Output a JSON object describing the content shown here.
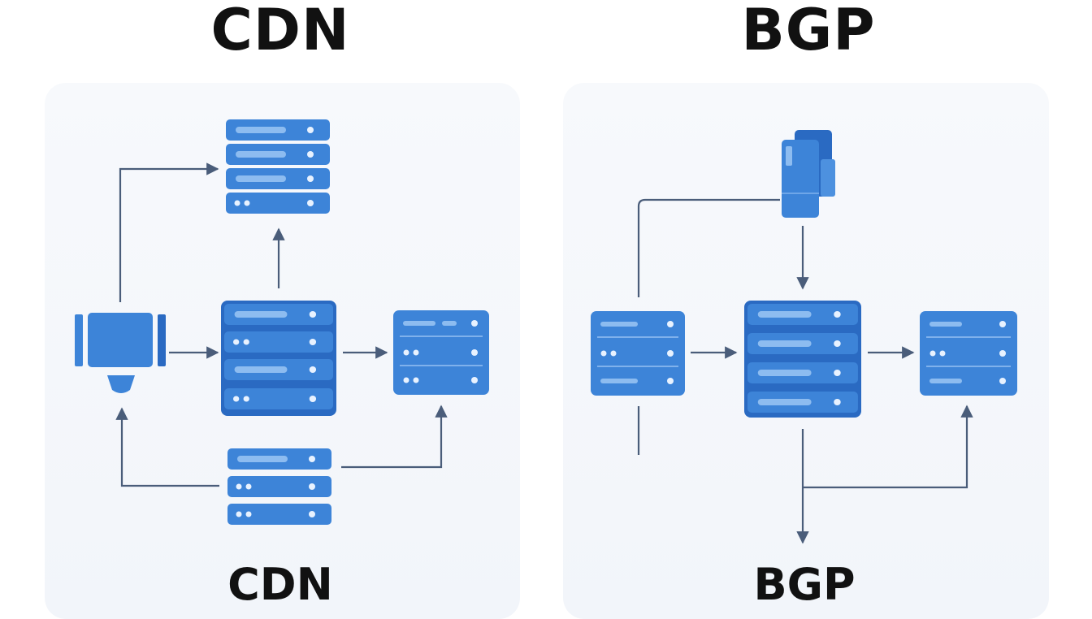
{
  "left": {
    "title": "CDN",
    "caption": "CDN"
  },
  "right": {
    "title": "BGP",
    "caption": "BGP"
  },
  "colors": {
    "server": "#3d84d8",
    "server_dark": "#2a6ac2",
    "slot": "#6ea6e8",
    "line": "#4a5d7a",
    "panel": "#f4f7fb"
  },
  "icons": [
    "server-rack-icon",
    "monitor-icon",
    "router-icon",
    "arrow-icon"
  ]
}
